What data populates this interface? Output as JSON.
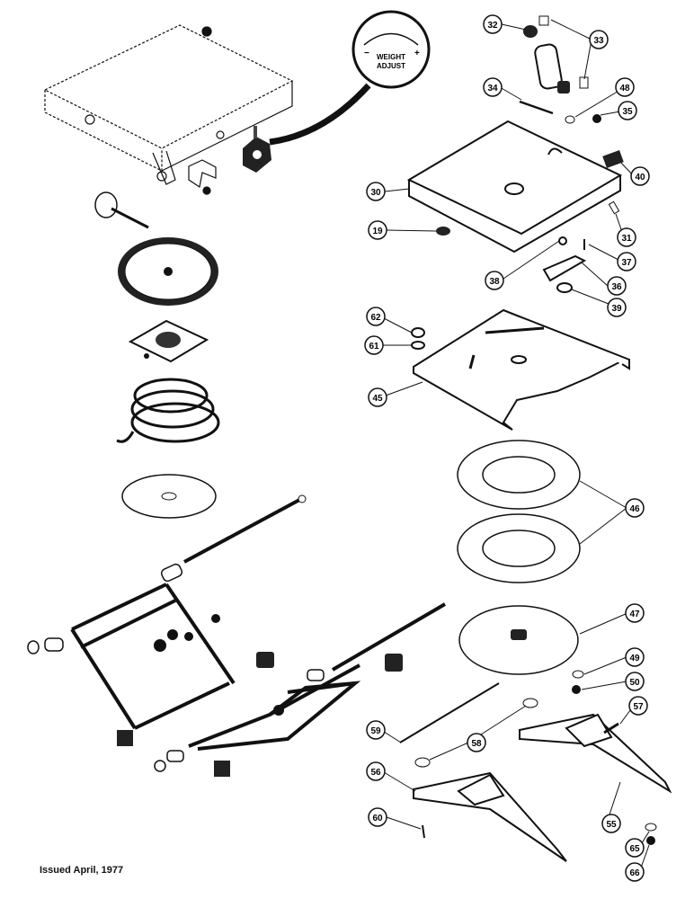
{
  "dial": {
    "line1": "WEIGHT",
    "line2": "ADJUST",
    "minus": "−",
    "plus": "+"
  },
  "callouts": [
    "32",
    "33",
    "34",
    "48",
    "35",
    "40",
    "30",
    "19",
    "31",
    "37",
    "38",
    "36",
    "39",
    "62",
    "61",
    "45",
    "46",
    "47",
    "49",
    "50",
    "57",
    "59",
    "58",
    "56",
    "55",
    "60",
    "65",
    "66"
  ],
  "footer": "Issued April, 1977"
}
